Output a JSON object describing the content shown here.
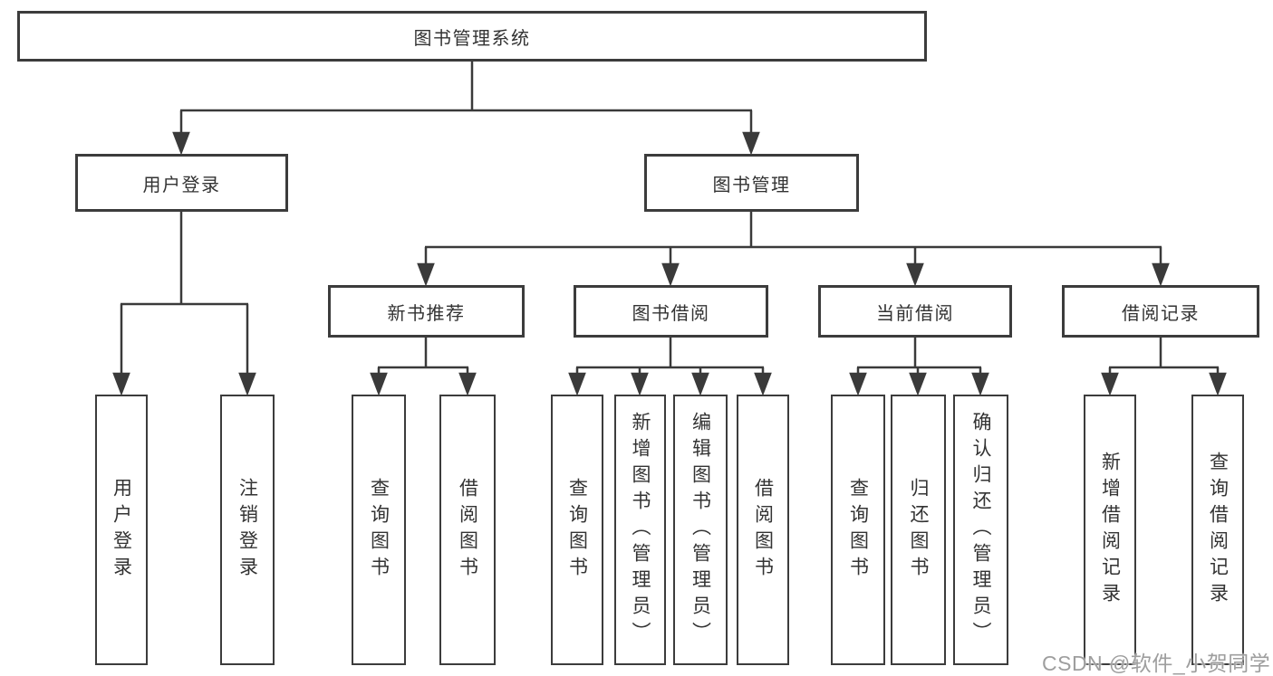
{
  "diagram": {
    "root": {
      "label": "图书管理系统"
    },
    "level2": [
      {
        "label": "用户登录"
      },
      {
        "label": "图书管理"
      }
    ],
    "level3": [
      {
        "label": "新书推荐"
      },
      {
        "label": "图书借阅"
      },
      {
        "label": "当前借阅"
      },
      {
        "label": "借阅记录"
      }
    ],
    "leaves": {
      "user_login": [
        "用户登录",
        "注销登录"
      ],
      "new_book": [
        "查询图书",
        "借阅图书"
      ],
      "book_borrow": [
        "查询图书",
        "新增图书（管理员）",
        "编辑图书（管理员）",
        "借阅图书"
      ],
      "current_borrow": [
        "查询图书",
        "归还图书",
        "确认归还（管理员）"
      ],
      "borrow_records": [
        "新增借阅记录",
        "查询借阅记录"
      ]
    }
  },
  "colors": {
    "line": "#3a3a3a",
    "border": "#3c3c3c",
    "text": "#333333",
    "watermark": "#9e9e9e"
  },
  "watermark": "CSDN @软件_小贺同学"
}
